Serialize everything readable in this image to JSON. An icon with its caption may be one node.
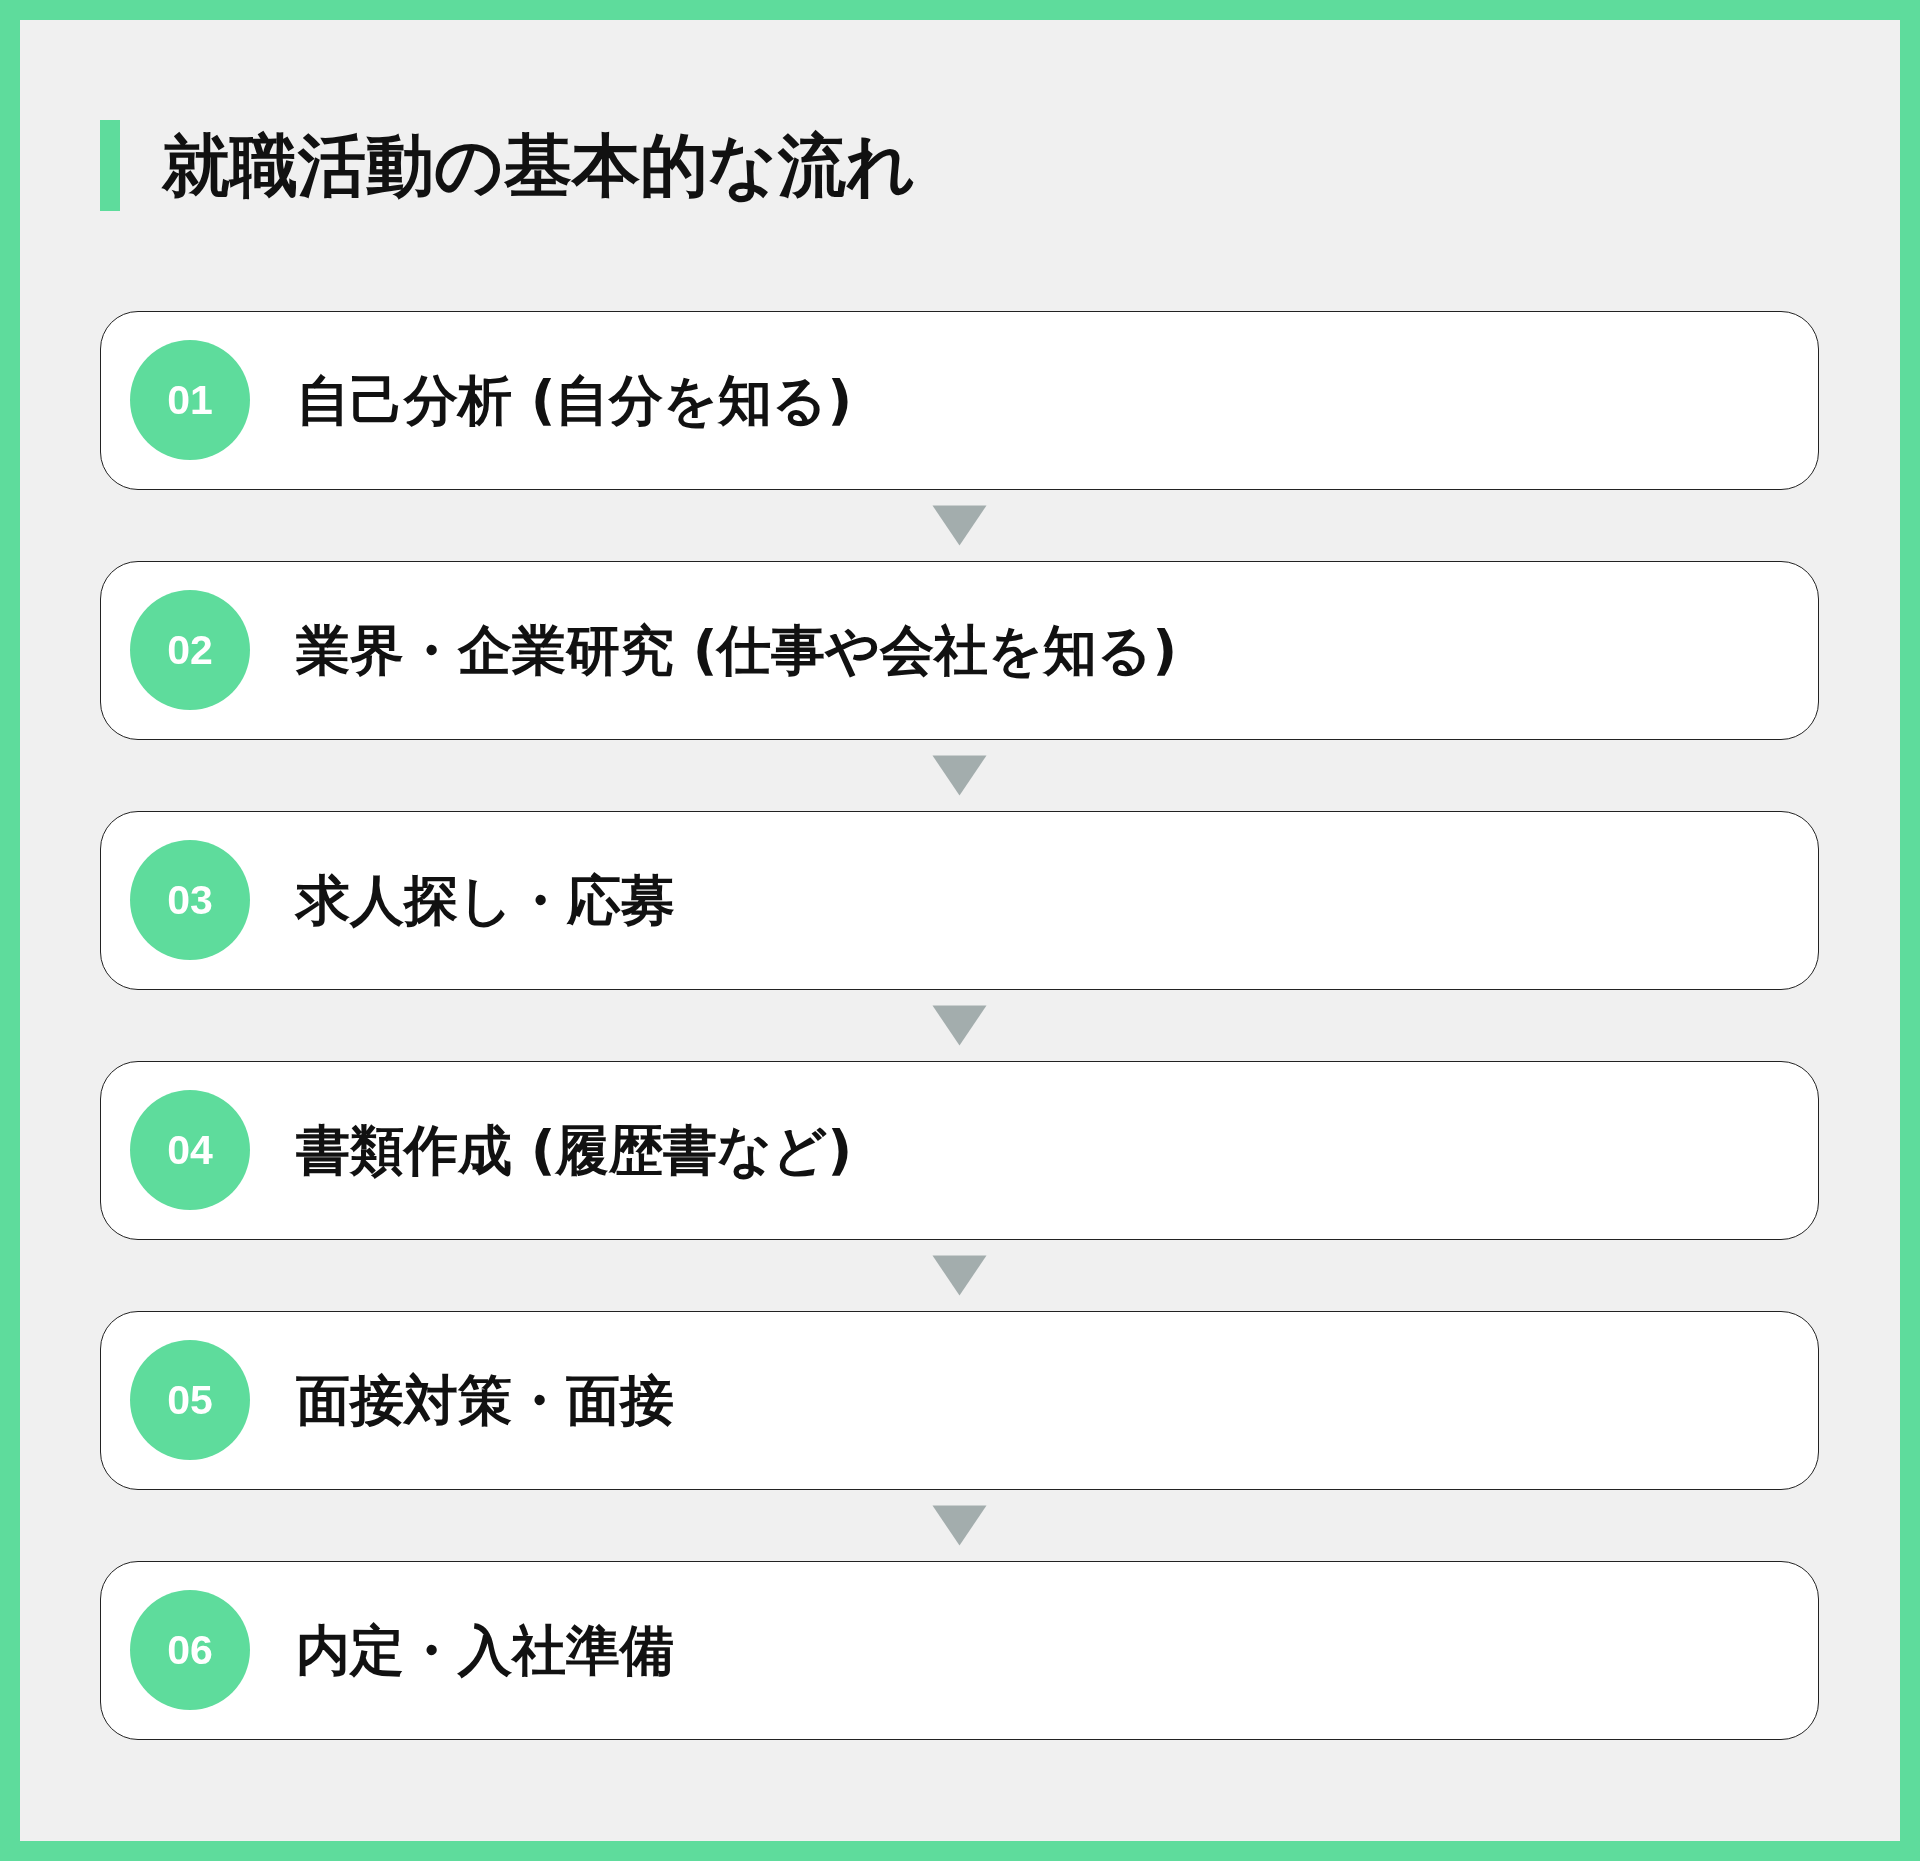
{
  "diagram": {
    "title": "就職活動の基本的な流れ",
    "nodes": [
      {
        "text": [
          "01",
          "自己分析 (自分を知る)"
        ]
      },
      {
        "text": [
          "02",
          "業界・企業研究 (仕事や会社を知る)"
        ]
      },
      {
        "text": [
          "03",
          "求人探し・応募"
        ]
      },
      {
        "text": [
          "04",
          "書類作成 (履歴書など)"
        ]
      },
      {
        "text": [
          "05",
          "面接対策・面接"
        ]
      },
      {
        "text": [
          "06",
          "内定・入社準備"
        ]
      }
    ],
    "edges": [
      {
        "from": 0,
        "to": 1,
        "arrow": "to"
      },
      {
        "from": 1,
        "to": 2,
        "arrow": "to"
      },
      {
        "from": 2,
        "to": 3,
        "arrow": "to"
      },
      {
        "from": 3,
        "to": 4,
        "arrow": "to"
      },
      {
        "from": 4,
        "to": 5,
        "arrow": "to"
      }
    ]
  }
}
